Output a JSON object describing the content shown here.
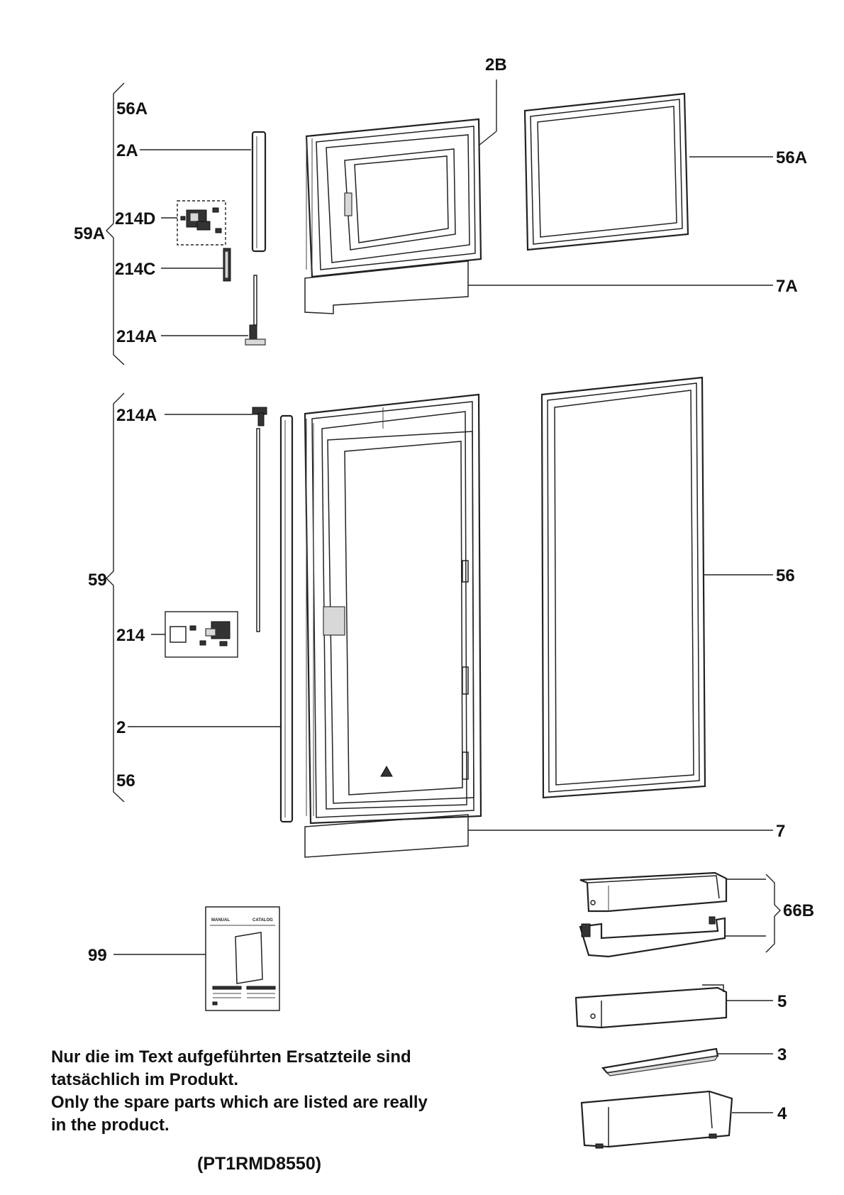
{
  "labels": {
    "l_2B": "2B",
    "l_56A_top": "56A",
    "l_2A": "2A",
    "l_214D": "214D",
    "l_59A": "59A",
    "l_214C": "214C",
    "l_214A_top": "214A",
    "l_56A_right": "56A",
    "l_7A": "7A",
    "l_214A_bottom": "214A",
    "l_59": "59",
    "l_214": "214",
    "l_2": "2",
    "l_56_left": "56",
    "l_56_right": "56",
    "l_7": "7",
    "l_66B": "66B",
    "l_99": "99",
    "l_5": "5",
    "l_3": "3",
    "l_4": "4"
  },
  "manual": {
    "left_heading": "MANUAL",
    "right_heading": "CATALOG"
  },
  "note": {
    "line1": "Nur die im Text aufgeführten Ersatzteile sind",
    "line2": "tatsächlich im Produkt.",
    "line3": "Only the spare parts which are listed are really",
    "line4": "in the product."
  },
  "model_code": "(PT1RMD8550)"
}
